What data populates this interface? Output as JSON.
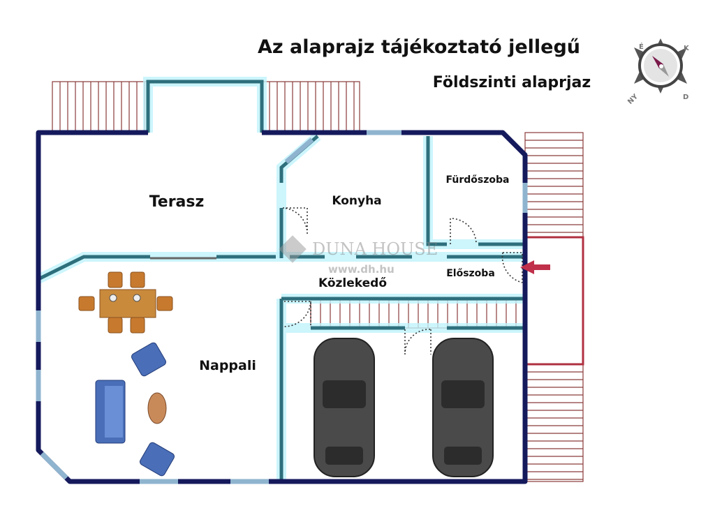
{
  "header": {
    "title": "Az alaprajz tájékoztató jellegű",
    "subtitle": "Földszinti alaprjaz"
  },
  "compass": {
    "north": "É",
    "east": "K",
    "south": "D",
    "west": "NY"
  },
  "rooms": {
    "terasz": "Terasz",
    "konyha": "Konyha",
    "furdoszoba": "Fürdőszoba",
    "eloszoba": "Előszoba",
    "kozlekedo": "Közlekedő",
    "nappali": "Nappali"
  },
  "watermark": {
    "brand": "DUNA HOUSE",
    "url": "www.dh.hu"
  },
  "colors": {
    "outer_wall": "#151a5c",
    "inner_wall": "#2e6f7c",
    "entry_arrow": "#c0304a",
    "stairs": "#8a3a3a"
  }
}
